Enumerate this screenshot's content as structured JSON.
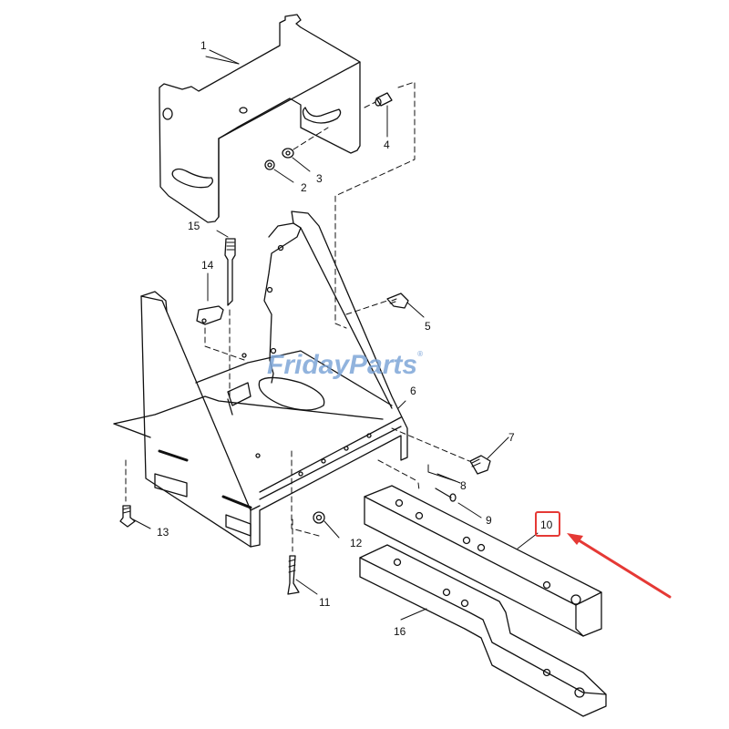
{
  "diagram": {
    "title": "",
    "type": "exploded-parts-view",
    "watermark": {
      "text": "FridayParts",
      "registered_mark": "®",
      "color": "#7ea6d8",
      "accent_color": "#f2a74b"
    },
    "callouts": [
      {
        "id": "1",
        "label": "1"
      },
      {
        "id": "2",
        "label": "2"
      },
      {
        "id": "3",
        "label": "3"
      },
      {
        "id": "4",
        "label": "4"
      },
      {
        "id": "5",
        "label": "5"
      },
      {
        "id": "6",
        "label": "6"
      },
      {
        "id": "7",
        "label": "7"
      },
      {
        "id": "8",
        "label": "8"
      },
      {
        "id": "9",
        "label": "9"
      },
      {
        "id": "10",
        "label": "10"
      },
      {
        "id": "11",
        "label": "11"
      },
      {
        "id": "12",
        "label": "12"
      },
      {
        "id": "13",
        "label": "13"
      },
      {
        "id": "14",
        "label": "14"
      },
      {
        "id": "15",
        "label": "15"
      },
      {
        "id": "16",
        "label": "16"
      }
    ],
    "highlight": {
      "target": "10",
      "box_color": "#e53935",
      "arrow_color": "#e53935"
    }
  }
}
